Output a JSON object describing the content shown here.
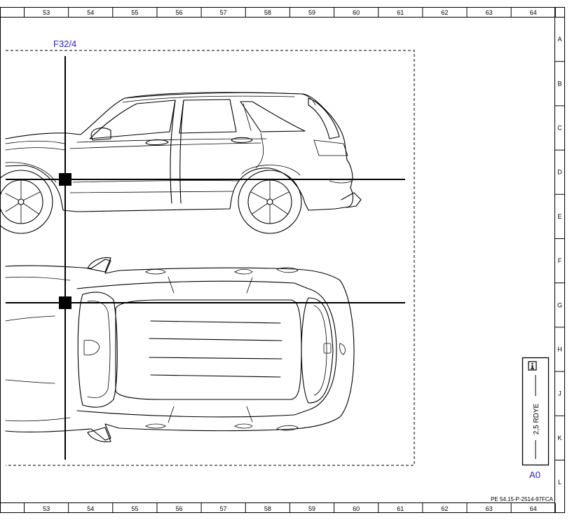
{
  "grid": {
    "columns": [
      "53",
      "54",
      "55",
      "56",
      "57",
      "58",
      "59",
      "60",
      "61",
      "62",
      "63",
      "64"
    ],
    "rows": [
      "A",
      "B",
      "C",
      "D",
      "E",
      "F",
      "G",
      "H",
      "J",
      "K",
      "L"
    ]
  },
  "view_label": "F32/4",
  "legend": {
    "info_icon": "info-icon",
    "wire_spec": "2,5 RDYE",
    "reference": "A0"
  },
  "footer": {
    "document_id": "PE 54.15-P-2514-97FCA"
  },
  "colors": {
    "annotation_blue": "#2323d6",
    "line_black": "#000000"
  }
}
